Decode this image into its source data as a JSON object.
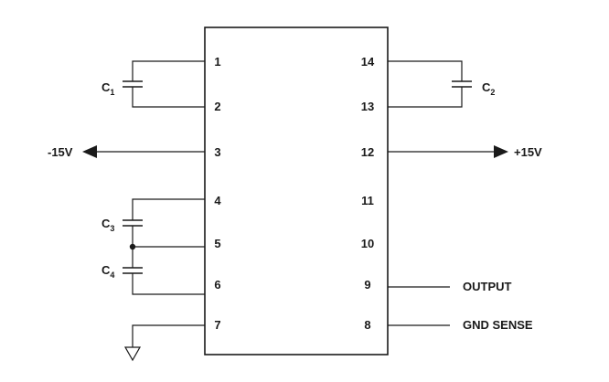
{
  "chip": {
    "pins": [
      {
        "num": "1"
      },
      {
        "num": "2"
      },
      {
        "num": "3"
      },
      {
        "num": "4"
      },
      {
        "num": "5"
      },
      {
        "num": "6"
      },
      {
        "num": "7"
      },
      {
        "num": "8"
      },
      {
        "num": "9"
      },
      {
        "num": "10"
      },
      {
        "num": "11"
      },
      {
        "num": "12"
      },
      {
        "num": "13"
      },
      {
        "num": "14"
      }
    ]
  },
  "labels": {
    "neg_supply": "-15V",
    "pos_supply": "+15V",
    "output": "OUTPUT",
    "gnd_sense": "GND SENSE"
  },
  "capacitors": {
    "c1": {
      "letter": "C",
      "sub": "1"
    },
    "c2": {
      "letter": "C",
      "sub": "2"
    },
    "c3": {
      "letter": "C",
      "sub": "3"
    },
    "c4": {
      "letter": "C",
      "sub": "4"
    }
  },
  "icons": {
    "ground": "ground-icon",
    "arrow_left": "arrow-left-icon",
    "arrow_right": "arrow-right-icon"
  }
}
